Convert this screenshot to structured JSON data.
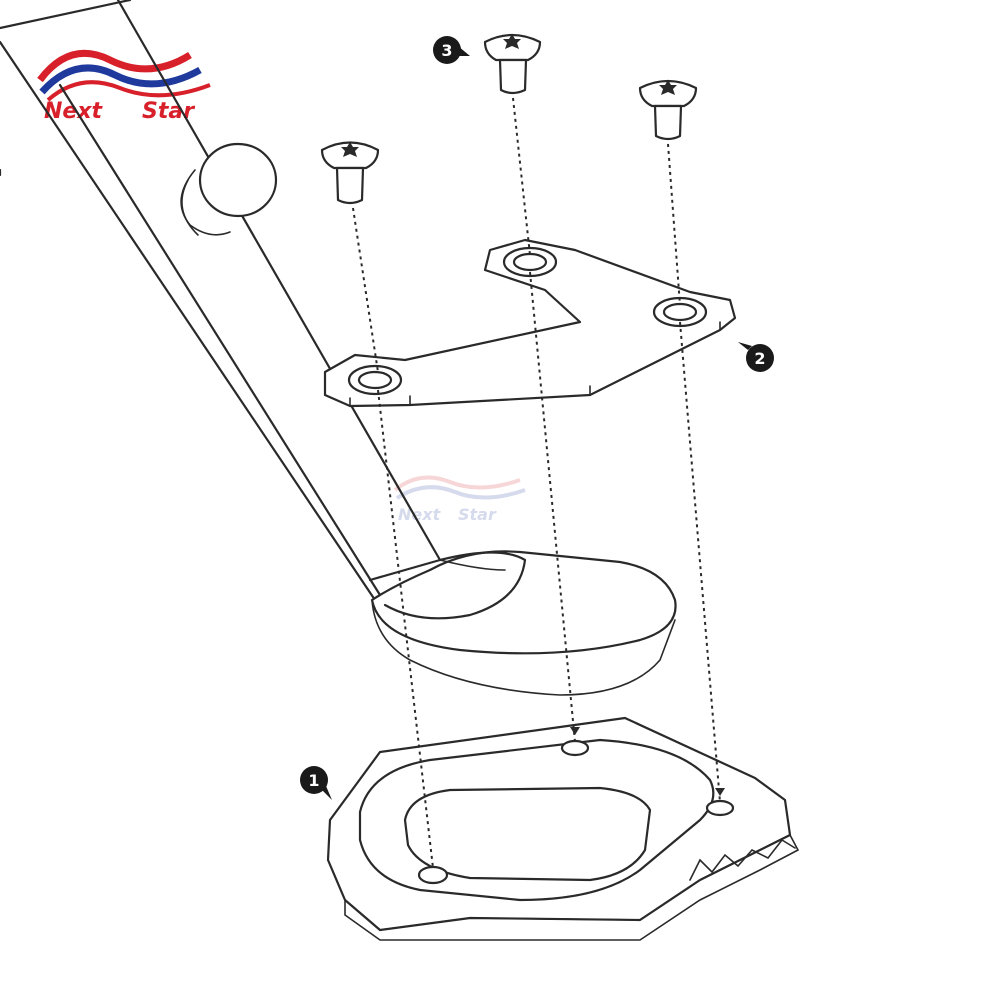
{
  "logo": {
    "brand_word_1": "Next",
    "brand_word_2": "Star",
    "colors": {
      "red": "#d8202a",
      "blue": "#1f3a9c"
    }
  },
  "watermark": {
    "brand_word_1": "Next",
    "brand_word_2": "Star"
  },
  "callouts": [
    {
      "number": "1",
      "part": "side-stand-enlarger-base"
    },
    {
      "number": "2",
      "part": "mounting-bracket-plate"
    },
    {
      "number": "3",
      "part": "torx-countersunk-screws"
    }
  ],
  "colors": {
    "ink": "#2a2a2a",
    "background": "#ffffff",
    "callout_fill": "#1a1a1a"
  }
}
